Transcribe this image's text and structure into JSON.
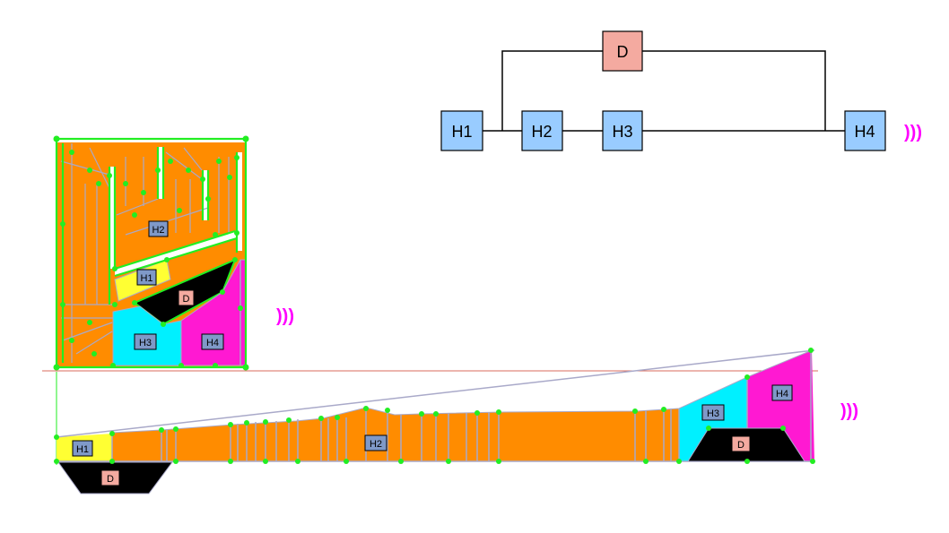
{
  "schematic": {
    "nodes": {
      "h1": "H1",
      "h2": "H2",
      "h3": "H3",
      "h4": "H4",
      "d": "D"
    },
    "flow_mark": ")))"
  },
  "plan_view": {
    "labels": {
      "h1": "H1",
      "h2": "H2",
      "h3": "H3",
      "h4": "H4",
      "d": "D"
    },
    "flow_mark": ")))"
  },
  "unrolled_view": {
    "labels": {
      "h1": "H1",
      "h2": "H2",
      "h3": "H3",
      "h4": "H4",
      "d1": "D",
      "d2": "D"
    },
    "flow_mark": ")))"
  },
  "colors": {
    "node_blue": "#99ccff",
    "node_pink": "#f4aaa0",
    "tile_blue": "#7f99c8",
    "orange": "#ff8c00",
    "yellow": "#ffff33",
    "cyan": "#00f0ff",
    "magenta": "#ff19d2",
    "black": "#000000",
    "mesh_green": "#22ee22",
    "mesh_grey": "#a9a9c9",
    "reference_line": "#d86b5c",
    "flow_magenta": "#ff00ff"
  }
}
